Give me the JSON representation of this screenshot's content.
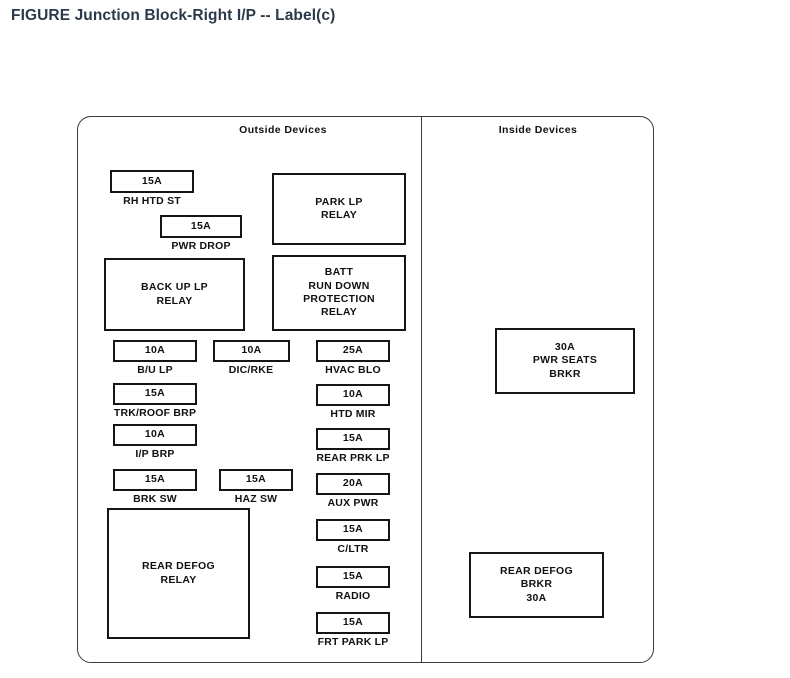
{
  "figure": {
    "title": "FIGURE Junction Block-Right I/P -- Label(c)",
    "title_color": "#2b3a4a"
  },
  "diagram": {
    "outline_color": "#3a3a3a",
    "box_color": "#151515",
    "sections": [
      {
        "id": "outside",
        "heading": "Outside  Devices"
      },
      {
        "id": "inside",
        "heading": "Inside  Devices"
      }
    ]
  },
  "outside_devices": {
    "fuses": [
      {
        "rating": "15A",
        "caption": "RH HTD ST"
      },
      {
        "rating": "15A",
        "caption": "PWR DROP"
      },
      {
        "rating": "10A",
        "caption": "B/U LP"
      },
      {
        "rating": "10A",
        "caption": "DIC/RKE"
      },
      {
        "rating": "25A",
        "caption": "HVAC BLO"
      },
      {
        "rating": "15A",
        "caption": "TRK/ROOF BRP"
      },
      {
        "rating": "10A",
        "caption": "HTD MIR"
      },
      {
        "rating": "10A",
        "caption": "I/P BRP"
      },
      {
        "rating": "15A",
        "caption": "REAR PRK LP"
      },
      {
        "rating": "15A",
        "caption": "BRK SW"
      },
      {
        "rating": "15A",
        "caption": "HAZ SW"
      },
      {
        "rating": "20A",
        "caption": "AUX PWR"
      },
      {
        "rating": "15A",
        "caption": "C/LTR"
      },
      {
        "rating": "15A",
        "caption": "RADIO"
      },
      {
        "rating": "15A",
        "caption": "FRT PARK LP"
      }
    ],
    "relays": [
      {
        "lines": [
          "PARK LP",
          "RELAY"
        ]
      },
      {
        "lines": [
          "BACK UP LP",
          "RELAY"
        ]
      },
      {
        "lines": [
          "BATT",
          "RUN DOWN",
          "PROTECTION",
          "RELAY"
        ]
      },
      {
        "lines": [
          "REAR DEFOG",
          "RELAY"
        ]
      }
    ]
  },
  "inside_devices": {
    "breakers": [
      {
        "lines": [
          "30A",
          "PWR SEATS",
          "BRKR"
        ]
      },
      {
        "lines": [
          "REAR DEFOG",
          "BRKR",
          "30A"
        ]
      }
    ]
  }
}
